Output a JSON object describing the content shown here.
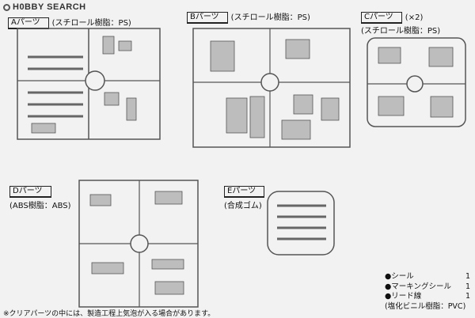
{
  "logo": {
    "text": "H0BBY SEARCH"
  },
  "sections": [
    {
      "id": "A",
      "tag": "Aパーツ",
      "material": "(スチロール樹脂：PS)",
      "qty": ""
    },
    {
      "id": "B",
      "tag": "Bパーツ",
      "material": "(スチロール樹脂：PS)",
      "qty": ""
    },
    {
      "id": "C",
      "tag": "Cパーツ",
      "material": "(スチロール樹脂：PS)",
      "qty": "(×2)"
    },
    {
      "id": "D",
      "tag": "Dパーツ",
      "material": "(ABS樹脂：ABS)",
      "qty": ""
    },
    {
      "id": "E",
      "tag": "Eパーツ",
      "material": "(合成ゴム)",
      "qty": ""
    }
  ],
  "legend": [
    {
      "label": "●シール",
      "count": "1"
    },
    {
      "label": "●マーキングシール",
      "count": "1"
    },
    {
      "label": "●リード線",
      "count": "1"
    },
    {
      "label": "(塩化ビニル樹脂：PVC)",
      "count": ""
    }
  ],
  "footnote": "※クリアパーツの中には、製造工程上気泡が入る場合があります。",
  "colors": {
    "sprue": "#555555",
    "part": "#bdbdbd",
    "bg": "#f2f2f2"
  }
}
